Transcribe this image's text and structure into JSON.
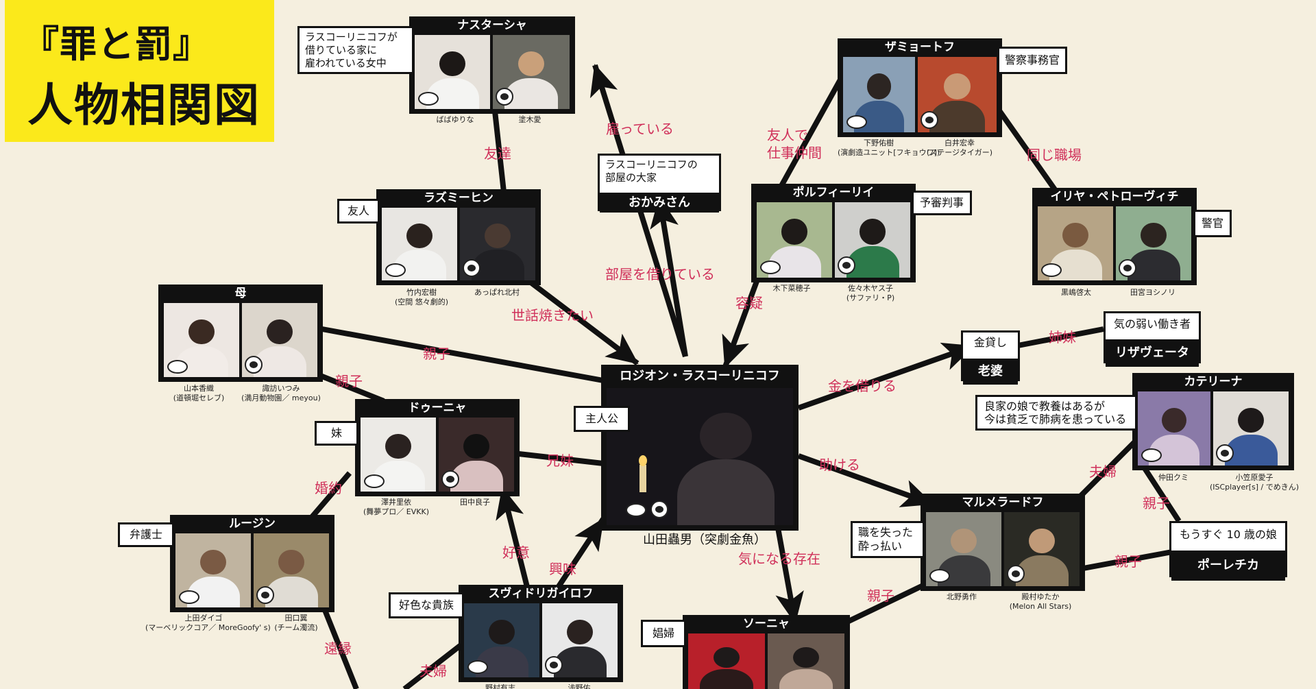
{
  "title": {
    "line1": "『罪と罰』",
    "line2": "人物相関図"
  },
  "characters": {
    "nastasya": {
      "name": "ナスターシャ",
      "actors": [
        "ばばゆりな",
        "塗木愛"
      ]
    },
    "zamyotov": {
      "name": "ザミョートフ",
      "actors": [
        "下野佑樹",
        "白井宏幸"
      ],
      "affiliations": [
        "(演劇造ユニット[フキョウワ])",
        "(ステージタイガー)"
      ]
    },
    "razumikhin": {
      "name": "ラズミーヒン",
      "actors": [
        "竹内宏樹",
        "あっぱれ北村"
      ],
      "affiliations": [
        "(空間 悠々劇的)",
        ""
      ]
    },
    "porfiry": {
      "name": "ポルフィーリイ",
      "actors": [
        "木下菜穂子",
        "佐々木ヤス子"
      ],
      "affiliations": [
        "",
        "(サファリ・P)"
      ]
    },
    "ilya": {
      "name": "イリヤ・ペトローヴィチ",
      "actors": [
        "黒嶋啓太",
        "田宮ヨシノリ"
      ]
    },
    "mother": {
      "name": "母",
      "actors": [
        "山本香織",
        "諏訪いつみ"
      ],
      "affiliations": [
        "(道頓堀セレブ)",
        "(満月動物園／ meyou)"
      ]
    },
    "raskolnikov": {
      "name": "ロジオン・ラスコーリニコフ",
      "actor": "山田蟲男（突劇金魚）"
    },
    "dunya": {
      "name": "ドゥーニャ",
      "actors": [
        "澤井里依",
        "田中良子"
      ],
      "affiliations": [
        "(舞夢プロ／ EVKK)",
        ""
      ]
    },
    "katerina": {
      "name": "カテリーナ",
      "actors": [
        "仲田クミ",
        "小笠原愛子"
      ],
      "affiliations": [
        "",
        "(ISCplayer[s] / でめきん)"
      ]
    },
    "luzhin": {
      "name": "ルージン",
      "actors": [
        "上田ダイゴ",
        "田口翼"
      ],
      "affiliations": [
        "(マーベリックコア／ MoreGoofy' s)",
        "(チーム濁流)"
      ]
    },
    "marmeladov": {
      "name": "マルメラードフ",
      "actors": [
        "北野勇作",
        "殿村ゆたか"
      ],
      "affiliations": [
        "",
        "(Melon All Stars)"
      ]
    },
    "svidrigailov": {
      "name": "スヴィドリガイロフ",
      "actors": [
        "野村有志",
        "浅野佑"
      ]
    },
    "sonya": {
      "name": "ソーニャ"
    }
  },
  "labels": {
    "nastasya_desc": "ラスコーリニコフが\n借りている家に\n雇われている女中",
    "landlady_desc": "ラスコーリニコフの\n部屋の大家",
    "landlady_name": "おかみさん",
    "zamyotov_role": "警察事務官",
    "ilya_role": "警官",
    "porfiry_role": "予審判事",
    "razumikhin_role": "友人",
    "dunya_role": "妹",
    "luzhin_role": "弁護士",
    "raskolnikov_role": "主人公",
    "svidrigailov_role": "好色な貴族",
    "sonya_role": "娼婦",
    "pawnbroker_top": "金貸し",
    "pawnbroker_name": "老婆",
    "lizaveta_desc": "気の弱い働き者",
    "lizaveta_name": "リザヴェータ",
    "katerina_desc": "良家の娘で教養はあるが\n今は貧乏で肺病を患っている",
    "marmeladov_desc": "職を失った\n酔っ払い",
    "polechka_desc": "もうすぐ 10 歳の娘",
    "polechka_name": "ポーレチカ"
  },
  "relations": {
    "friends": "友達",
    "employ": "雇っている",
    "friend_coworker": "友人で\n仕事仲間",
    "same_workplace": "同じ職場",
    "rent_room": "部屋を借りている",
    "suspicion": "容疑",
    "meddle": "世話焼きたい",
    "parent_child_1": "親子",
    "parent_child_2": "親子",
    "borrow_money": "金を借りる",
    "sisters": "姉妹",
    "siblings": "兄妹",
    "engaged": "婚約",
    "help": "助ける",
    "married_1": "夫婦",
    "parent_child_3": "親子",
    "parent_child_4": "親子",
    "fondness": "好意",
    "interest": "興味",
    "concern": "気になる存在",
    "distant_relative": "遠縁",
    "married_2": "夫婦",
    "parent_child_5": "親子"
  }
}
